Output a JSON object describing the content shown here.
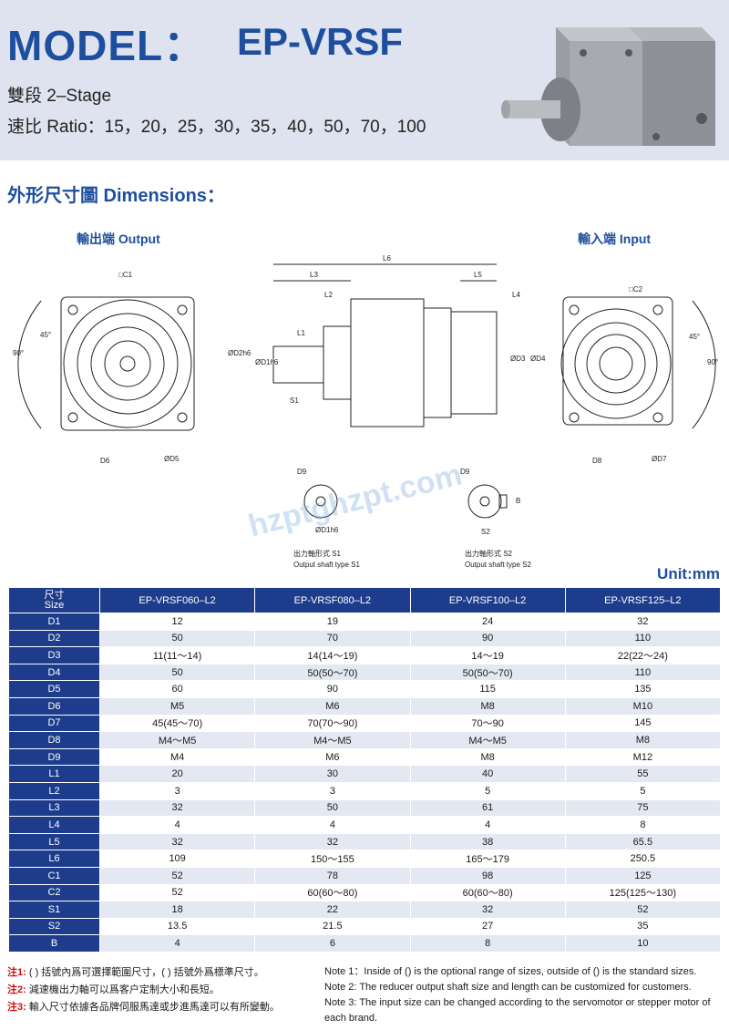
{
  "header": {
    "model_label": "MODEL：",
    "model_value": "EP-VRSF",
    "stage": "雙段  2–Stage",
    "ratio": "速比 Ratio：15，20，25，30，35，40，50，70，100"
  },
  "dimensions_title": "外形尺寸圖 Dimensions：",
  "views": {
    "output": "輸出端 Output",
    "input": "輸入端 Input",
    "shaft_s1_cn": "出力軸形式 S1",
    "shaft_s1_en": "Output shaft type S1",
    "shaft_s2_cn": "出力軸形式 S2",
    "shaft_s2_en": "Output shaft type S2"
  },
  "drawing_labels": {
    "c1": "□C1",
    "c2": "□C2",
    "d6": "D6",
    "d5": "ØD5",
    "d8": "D8",
    "d7": "ØD7",
    "angle45a": "45°",
    "angle90a": "90°",
    "angle45b": "45°",
    "angle90b": "90°",
    "l6": "L6",
    "l3": "L3",
    "l5": "L5",
    "l2": "L2",
    "l4": "L4",
    "l1": "L1",
    "s1": "S1",
    "d2": "ØD2h6",
    "d1": "ØD1h6",
    "d3": "ØD3",
    "d4": "ØD4",
    "d9a": "D9",
    "d1b": "ØD1h6",
    "d9b": "D9",
    "s2": "S2",
    "b": "B"
  },
  "watermark": "hzptghzpt.com",
  "unit": "Unit:mm",
  "table": {
    "corner_cn": "尺寸",
    "corner_en": "Size",
    "columns": [
      "EP-VRSF060–L2",
      "EP-VRSF080–L2",
      "EP-VRSF100–L2",
      "EP-VRSF125–L2"
    ],
    "rows": [
      {
        "name": "D1",
        "values": [
          "12",
          "19",
          "24",
          "32"
        ]
      },
      {
        "name": "D2",
        "values": [
          "50",
          "70",
          "90",
          "110"
        ]
      },
      {
        "name": "D3",
        "values": [
          "11(11～14)",
          "14(14～19)",
          "14～19",
          "22(22～24)"
        ]
      },
      {
        "name": "D4",
        "values": [
          "50",
          "50(50～70)",
          "50(50～70)",
          "110"
        ]
      },
      {
        "name": "D5",
        "values": [
          "60",
          "90",
          "115",
          "135"
        ]
      },
      {
        "name": "D6",
        "values": [
          "M5",
          "M6",
          "M8",
          "M10"
        ]
      },
      {
        "name": "D7",
        "values": [
          "45(45～70)",
          "70(70～90)",
          "70～90",
          "145"
        ]
      },
      {
        "name": "D8",
        "values": [
          "M4～M5",
          "M4～M5",
          "M4～M5",
          "M8"
        ]
      },
      {
        "name": "D9",
        "values": [
          "M4",
          "M6",
          "M8",
          "M12"
        ]
      },
      {
        "name": "L1",
        "values": [
          "20",
          "30",
          "40",
          "55"
        ]
      },
      {
        "name": "L2",
        "values": [
          "3",
          "3",
          "5",
          "5"
        ]
      },
      {
        "name": "L3",
        "values": [
          "32",
          "50",
          "61",
          "75"
        ]
      },
      {
        "name": "L4",
        "values": [
          "4",
          "4",
          "4",
          "8"
        ]
      },
      {
        "name": "L5",
        "values": [
          "32",
          "32",
          "38",
          "65.5"
        ]
      },
      {
        "name": "L6",
        "values": [
          "109",
          "150～155",
          "165～179",
          "250.5"
        ]
      },
      {
        "name": "C1",
        "values": [
          "52",
          "78",
          "98",
          "125"
        ]
      },
      {
        "name": "C2",
        "values": [
          "52",
          "60(60～80)",
          "60(60～80)",
          "125(125～130)"
        ]
      },
      {
        "name": "S1",
        "values": [
          "18",
          "22",
          "32",
          "52"
        ]
      },
      {
        "name": "S2",
        "values": [
          "13.5",
          "21.5",
          "27",
          "35"
        ]
      },
      {
        "name": "B",
        "values": [
          "4",
          "6",
          "8",
          "10"
        ]
      }
    ]
  },
  "notes_cn": [
    {
      "tag": "注1:",
      "text": "( ) 括號內爲可選擇範圍尺寸，( ) 括號外爲標準尺寸。"
    },
    {
      "tag": "注2:",
      "text": "減速機出力軸可以爲客户定制大小和長短。"
    },
    {
      "tag": "注3:",
      "text": "輸入尺寸依據各品牌伺服馬達或步進馬達可以有所變動。"
    }
  ],
  "notes_en": [
    "Note 1：Inside of () is the optional range of sizes, outside of () is the standard sizes.",
    "Note 2: The reducer output shaft size and length can be customized for customers.",
    "Note 3: The input size can be changed according to the servomotor or stepper motor of each brand."
  ],
  "colors": {
    "brand": "#1d4f9e",
    "table_header": "#1e3c8c",
    "note_tag": "#d01010"
  }
}
